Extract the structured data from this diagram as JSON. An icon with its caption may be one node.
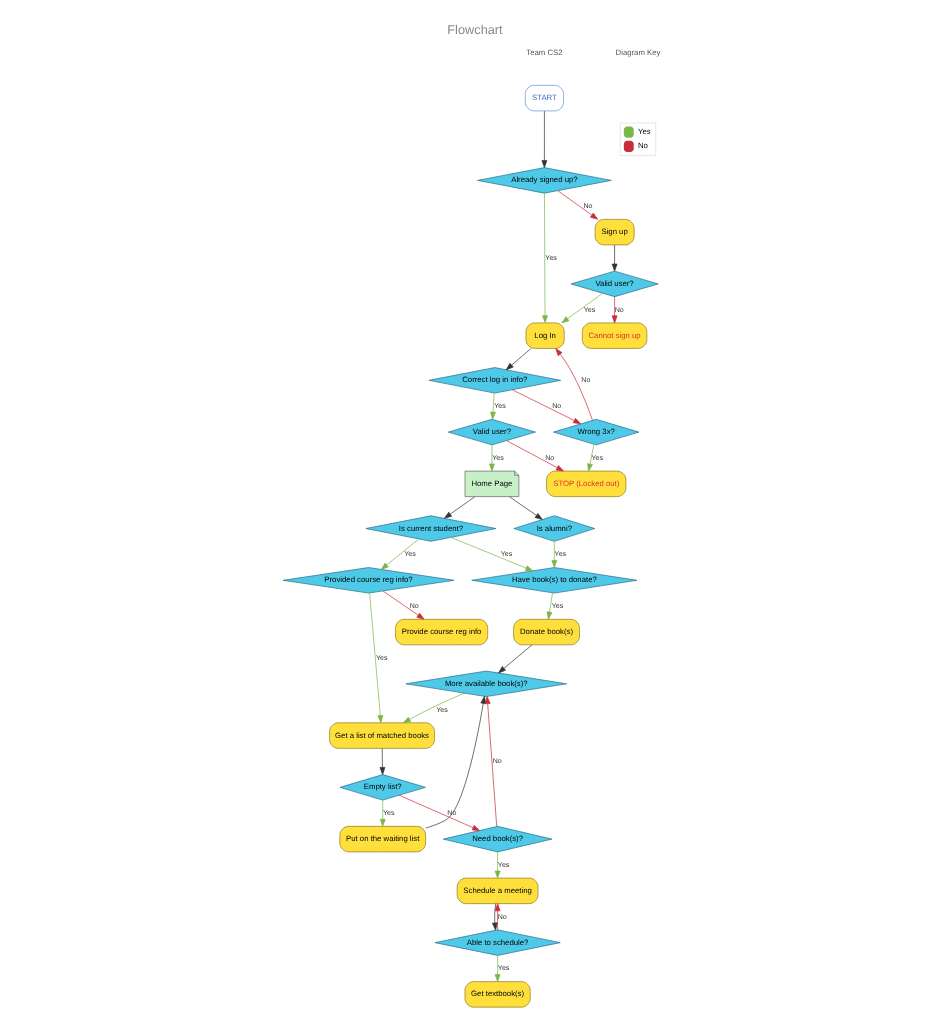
{
  "diagram": {
    "title": "Flowchart",
    "nodes": [
      {
        "text": [
          "START"
        ]
      },
      {
        "text": [
          "Already signed up?"
        ]
      },
      {
        "text": [
          "Sign up"
        ]
      },
      {
        "text": [
          "Log In"
        ]
      },
      {
        "text": [
          "Valid user?"
        ]
      },
      {
        "text": [
          "Correct log in info?"
        ]
      },
      {
        "text": [
          "Wrong 3x?"
        ]
      },
      {
        "text": [
          "STOP (Locked out)"
        ]
      },
      {
        "text": [
          "Cannot sign up"
        ]
      },
      {
        "text": [
          "Valid user?"
        ]
      },
      {
        "text": [
          "Home Page"
        ]
      },
      {
        "text": [
          "Is current student?"
        ]
      },
      {
        "text": [
          "Is alumni?"
        ]
      },
      {
        "text": [
          "Have book(s) to donate?"
        ]
      },
      {
        "text": [
          "Donate book(s)"
        ]
      },
      {
        "text": [
          "Provide course reg info"
        ]
      },
      {
        "text": [
          "Provided course reg info?"
        ]
      },
      {
        "text": [
          "Get a list of matched books"
        ]
      },
      {
        "text": [
          "More available book(s)?"
        ]
      },
      {
        "text": [
          "Empty list?"
        ]
      },
      {
        "text": [
          "Put on the waiting list"
        ]
      },
      {
        "text": [
          "Schedule a meeting"
        ]
      },
      {
        "text": [
          "Able to schedule?"
        ]
      },
      {
        "text": [
          "Need book(s)?"
        ]
      },
      {
        "text": [
          "Get textbook(s)"
        ]
      }
    ],
    "edges": [
      {
        "from": 0,
        "to": 1,
        "arrow": "to",
        "color": "#333333"
      },
      {
        "from": 1,
        "to": 2,
        "arrow": "to",
        "label": "No",
        "color": "#c92d39"
      },
      {
        "from": 1,
        "to": 3,
        "arrow": "to",
        "label": "Yes",
        "color": "#7ab648"
      },
      {
        "from": 2,
        "to": 4,
        "arrow": "to",
        "color": "#333333"
      },
      {
        "from": 4,
        "to": 3,
        "arrow": "to",
        "label": "Yes",
        "color": "#7ab648"
      },
      {
        "from": 4,
        "to": 8,
        "arrow": "to",
        "label": "No",
        "color": "#c92d39"
      },
      {
        "from": 3,
        "to": 5,
        "arrow": "to",
        "color": "#333333"
      },
      {
        "from": 5,
        "to": 6,
        "arrow": "to",
        "label": "No",
        "color": "#c92d39"
      },
      {
        "from": 6,
        "to": 3,
        "arrow": "to",
        "label": "No",
        "color": "#c92d39"
      },
      {
        "from": 6,
        "to": 7,
        "arrow": "to",
        "label": "Yes",
        "color": "#7ab648"
      },
      {
        "from": 5,
        "to": 9,
        "arrow": "to",
        "label": "Yes",
        "color": "#7ab648"
      },
      {
        "from": 9,
        "to": 7,
        "arrow": "to",
        "label": "No",
        "color": "#c92d39"
      },
      {
        "from": 9,
        "to": 10,
        "arrow": "to",
        "label": "Yes",
        "color": "#7ab648"
      },
      {
        "from": 10,
        "to": 11,
        "arrow": "to",
        "color": "#333333"
      },
      {
        "from": 10,
        "to": 12,
        "arrow": "to",
        "color": "#333333"
      },
      {
        "from": 12,
        "to": 13,
        "arrow": "to",
        "label": "Yes",
        "color": "#7ab648"
      },
      {
        "from": 13,
        "to": 14,
        "arrow": "to",
        "label": "Yes",
        "color": "#7ab648"
      },
      {
        "from": 11,
        "to": 13,
        "arrow": "to",
        "label": "Yes",
        "color": "#7ab648"
      },
      {
        "from": 11,
        "to": 16,
        "arrow": "to",
        "label": "Yes",
        "color": "#7ab648"
      },
      {
        "from": 14,
        "to": 18,
        "arrow": "to",
        "color": "#333333"
      },
      {
        "from": 16,
        "to": 15,
        "arrow": "to",
        "label": "No",
        "color": "#c92d39"
      },
      {
        "from": 16,
        "to": 17,
        "arrow": "to",
        "label": "Yes",
        "color": "#7ab648"
      },
      {
        "from": 18,
        "to": 17,
        "arrow": "to",
        "label": "Yes",
        "color": "#7ab648"
      },
      {
        "from": 17,
        "to": 19,
        "arrow": "to",
        "color": "#333333"
      },
      {
        "from": 19,
        "to": 20,
        "arrow": "to",
        "label": "Yes",
        "color": "#7ab648"
      },
      {
        "from": 20,
        "to": 18,
        "arrow": "to",
        "color": "#333333"
      },
      {
        "from": 19,
        "to": 23,
        "arrow": "to",
        "label": "No",
        "color": "#c92d39"
      },
      {
        "from": 23,
        "to": 21,
        "arrow": "to",
        "label": "Yes",
        "color": "#7ab648"
      },
      {
        "from": 23,
        "to": 18,
        "arrow": "to",
        "label": "No",
        "color": "#c92d39"
      },
      {
        "from": 21,
        "to": 22,
        "arrow": "to",
        "color": "#333333"
      },
      {
        "from": 22,
        "to": 21,
        "arrow": "to",
        "label": "No",
        "color": "#c92d39"
      },
      {
        "from": 22,
        "to": 24,
        "arrow": "to",
        "label": "Yes",
        "color": "#7ab648"
      }
    ],
    "labels": [
      "Team CS2",
      "Diagram Key"
    ],
    "legend": [
      {
        "text": "Yes",
        "color": "#7ab648"
      },
      {
        "text": "No",
        "color": "#c92d39"
      }
    ]
  }
}
